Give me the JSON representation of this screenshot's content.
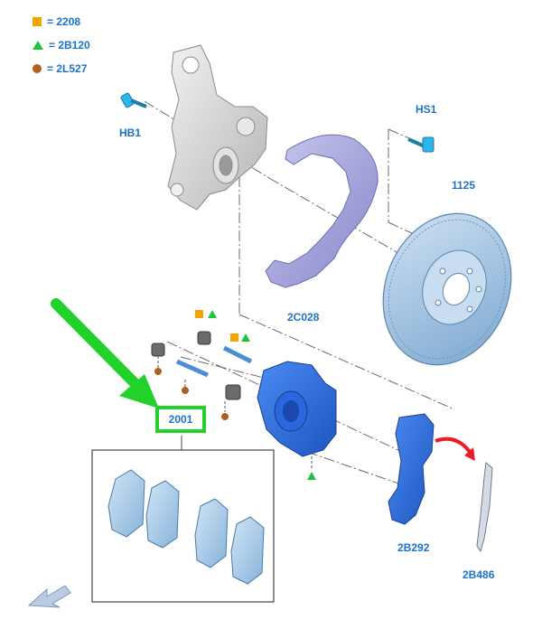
{
  "legend": [
    {
      "symbol": "square",
      "color": "#f5a300",
      "text": "= 2208"
    },
    {
      "symbol": "triangle",
      "color": "#22c33a",
      "text": "= 2B120"
    },
    {
      "symbol": "circle",
      "color": "#b05f1e",
      "text": "= 2L527"
    }
  ],
  "parts": {
    "hb1": "HB1",
    "hs1": "HS1",
    "disc": "1125",
    "splash_shield": "2C028",
    "pads": "2001",
    "bracket": "2B292",
    "clip": "2B486"
  },
  "colors": {
    "part_blue": "#2f6fe0",
    "disc_blue": "#a9c8e6",
    "knuckle_gray": "#d8d8d8",
    "shield_purple": "#a8a8df",
    "pointer_green": "#22d12a",
    "arrow_red": "#ee1b24",
    "label_blue": "#1a73c9"
  },
  "icons": {
    "nav": "back-arrow-icon"
  }
}
